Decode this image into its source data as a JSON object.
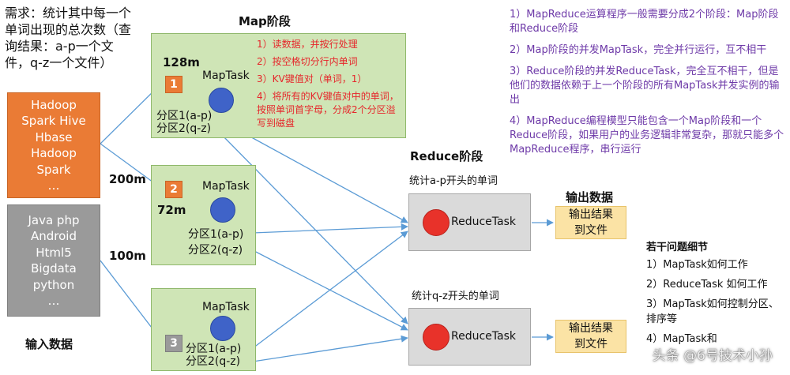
{
  "requirement": "需求：统计其中每一个单词出现的总次数（查询结果：a-p一个文件，q-z一个文件）",
  "input": {
    "label": "输入数据",
    "file1_lines": [
      "Hadoop",
      "Spark Hive",
      "Hbase",
      "Hadoop",
      "Spark",
      "…"
    ],
    "file2_lines": [
      "Java php",
      "Android",
      "Html5",
      "Bigdata",
      "python",
      "…"
    ],
    "sizes": [
      "200m",
      "100m"
    ]
  },
  "map_stage": {
    "title": "Map阶段",
    "task_label": "MapTask",
    "tasks": [
      {
        "num": "1",
        "size": "128m",
        "partitions": [
          "分区1(a-p)",
          "分区2(q-z)"
        ]
      },
      {
        "num": "2",
        "size": "72m",
        "partitions": [
          "分区1(a-p)",
          "分区2(q-z)"
        ]
      },
      {
        "num": "3",
        "size": "",
        "partitions": [
          "分区1(a-p)",
          "分区2(q-z)"
        ]
      }
    ],
    "steps": [
      "1）读数据，并按行处理",
      "2）按空格切分行内单词",
      "3）KV键值对（单词，1）",
      "4）将所有的KV键值对中的单词，按照单词首字母，分成2个分区溢写到磁盘"
    ]
  },
  "reduce_stage": {
    "title": "Reduce阶段",
    "task_label": "ReduceTask",
    "captions": [
      "统计a-p开头的单词",
      "统计q-z开头的单词"
    ]
  },
  "output": {
    "title": "输出数据",
    "box_lines": [
      "输出结果",
      "到文件"
    ]
  },
  "notes": [
    "1）MapReduce运算程序一般需要分成2个阶段：Map阶段和Reduce阶段",
    "2）Map阶段的并发MapTask，完全并行运行，互不相干",
    "3）Reduce阶段的并发ReduceTask，完全互不相干，但是他们的数据依赖于上一个阶段的所有MapTask并发实例的输出",
    "4）MapReduce编程模型只能包含一个Map阶段和一个Reduce阶段，如果用户的业务逻辑非常复杂，那就只能多个MapReduce程序，串行运行"
  ],
  "issues": {
    "title": "若干问题细节",
    "items": [
      "1）MapTask如何工作",
      "2）ReduceTask 如何工作",
      "3）MapTask如何控制分区、排序等",
      "4）MapTask和"
    ]
  },
  "watermark": "头条 @6号技术小孙",
  "colors": {
    "orange": "#ea7b35",
    "gray": "#9a9a9a",
    "map_green": "#cfe5b6",
    "arrow_blue": "#5b9bd5",
    "step_red": "#e6262b",
    "note_purple": "#6e3aa8",
    "output_yellow": "#fbe3a5"
  }
}
